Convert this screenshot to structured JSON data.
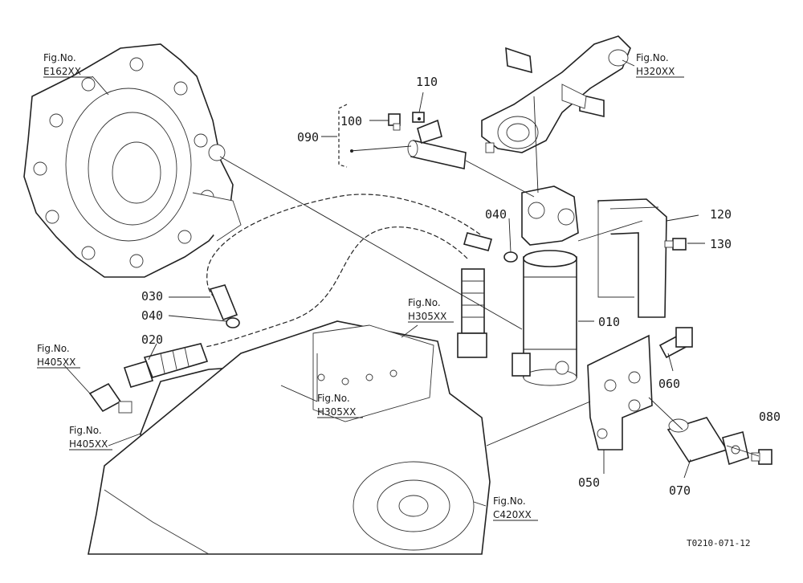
{
  "part_labels": {
    "p010": "010",
    "p020": "020",
    "p030": "030",
    "p040a": "040",
    "p040b": "040",
    "p050": "050",
    "p060": "060",
    "p070": "070",
    "p080": "080",
    "p090": "090",
    "p100": "100",
    "p110": "110",
    "p120": "120",
    "p130": "130"
  },
  "figure_refs": {
    "e162": {
      "line1": "Fig.No.",
      "line2": "E162XX"
    },
    "h320": {
      "line1": "Fig.No.",
      "line2": "H320XX"
    },
    "h305a": {
      "line1": "Fig.No.",
      "line2": "H305XX"
    },
    "h305b": {
      "line1": "Fig.No.",
      "line2": "H305XX"
    },
    "h405a": {
      "line1": "Fig.No.",
      "line2": "H405XX"
    },
    "h405b": {
      "line1": "Fig.No.",
      "line2": "H405XX"
    },
    "c420": {
      "line1": "Fig.No.",
      "line2": "C420XX"
    }
  },
  "drawing_code": "T0210-071-12"
}
